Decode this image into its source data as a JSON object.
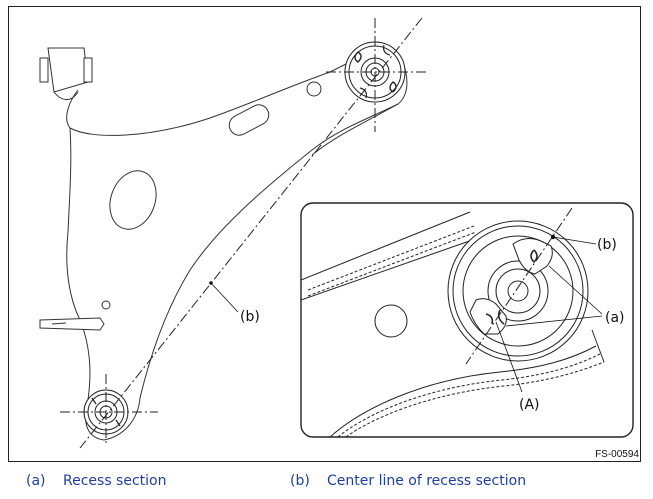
{
  "figure": {
    "code": "FS-00594",
    "callouts": {
      "center_line_main": "(b)",
      "center_line_inset": "(b)",
      "recess_inset": "(a)",
      "reference_inset": "(A)"
    }
  },
  "legend": {
    "items": [
      {
        "key": "(a)",
        "text": "Recess section"
      },
      {
        "key": "(b)",
        "text": "Center line of recess section"
      }
    ]
  },
  "colors": {
    "legend_text": "#1e3fa0",
    "line": "#222222"
  }
}
